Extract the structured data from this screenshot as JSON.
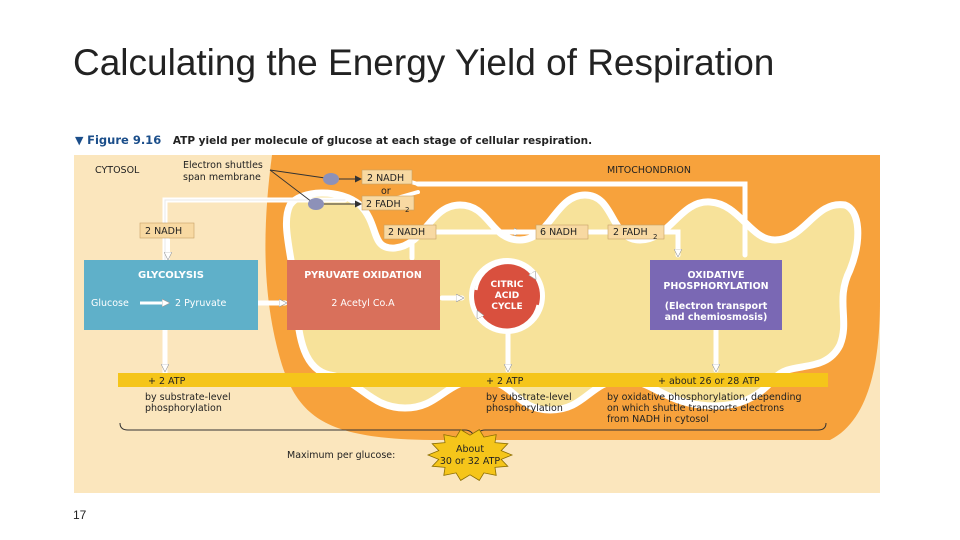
{
  "slide": {
    "title": "Calculating the Energy Yield of Respiration",
    "page_number": "17"
  },
  "figure": {
    "label": "Figure 9.16",
    "caption": "ATP yield per molecule of glucose at each stage of cellular respiration.",
    "cytosol_label": "CYTOSOL",
    "mitochondrion_label": "MITOCHONDRION",
    "shuttle_label_1": "Electron shuttles",
    "shuttle_label_2": "span membrane",
    "nadh_shuttle": "2 NADH",
    "or_label": "or",
    "fadh_shuttle": "2 FADH",
    "subscript_2": "2",
    "glycolysis_nadh": "2 NADH",
    "pyruvate_nadh": "2 NADH",
    "cycle_nadh": "6 NADH",
    "cycle_fadh": "2 FADH",
    "glycolysis": {
      "title": "GLYCOLYSIS",
      "input": "Glucose",
      "output": "2 Pyruvate"
    },
    "pyruvate_oxidation": {
      "title": "PYRUVATE OXIDATION",
      "output": "2 Acetyl Co.A"
    },
    "citric_acid_cycle": {
      "line1": "CITRIC",
      "line2": "ACID",
      "line3": "CYCLE"
    },
    "oxidative_phosphorylation": {
      "title1": "OXIDATIVE",
      "title2": "PHOSPHORYLATION",
      "sub1": "(Electron transport",
      "sub2": "and chemiosmosis)"
    },
    "atp_bar": {
      "glycolysis_atp": "+ 2 ATP",
      "cycle_atp": "+ 2 ATP",
      "oxphos_atp": "+ about 26 or 28  ATP"
    },
    "notes": {
      "glycolysis_1": "by substrate-level",
      "glycolysis_2": "phosphorylation",
      "cycle_1": "by substrate-level",
      "cycle_2": "phosphorylation",
      "oxphos_1": "by oxidative phosphorylation, depending",
      "oxphos_2": "on which shuttle transports electrons",
      "oxphos_3": "from NADH in cytosol"
    },
    "max_label": "Maximum per glucose:",
    "total_1": "About",
    "total_2": "30 or 32 ATP"
  },
  "colors": {
    "panel_bg": "#fbe6bd",
    "mito_outer": "#f7a23c",
    "mito_inner": "#f7e29a",
    "glycolysis_box": "#5fb0c9",
    "pyruvate_box": "#d9705b",
    "cycle_circle": "#d9503e",
    "oxphos_box": "#7a68b4",
    "atp_bar": "#f5c51a",
    "figure_label": "#1b4e8a"
  }
}
